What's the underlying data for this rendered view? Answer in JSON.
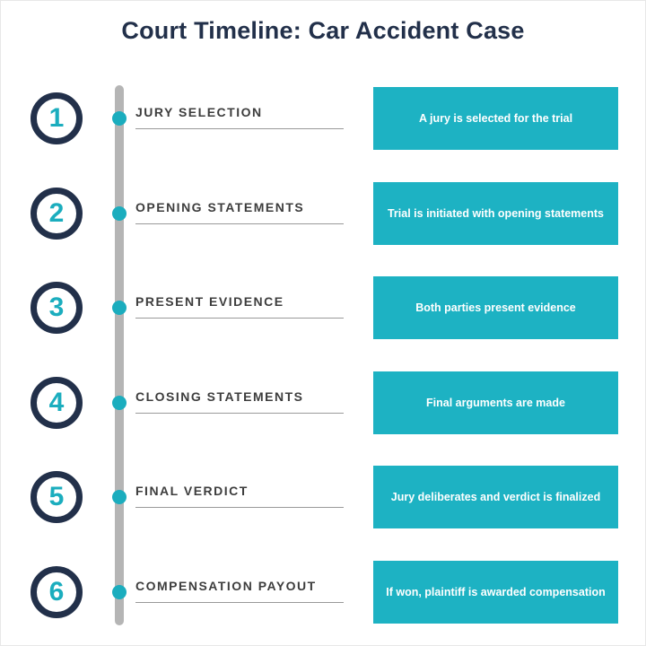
{
  "title": "Court Timeline: Car Accident Case",
  "colors": {
    "accent_teal": "#1db2c3",
    "navy": "#22304a",
    "line_gray": "#b5b5b5"
  },
  "steps": [
    {
      "number": "1",
      "label": "JURY SELECTION",
      "description": "A jury is selected for the trial"
    },
    {
      "number": "2",
      "label": "OPENING STATEMENTS",
      "description": "Trial is initiated with opening statements"
    },
    {
      "number": "3",
      "label": "PRESENT EVIDENCE",
      "description": "Both parties present evidence"
    },
    {
      "number": "4",
      "label": "CLOSING STATEMENTS",
      "description": "Final arguments are made"
    },
    {
      "number": "5",
      "label": "FINAL VERDICT",
      "description": "Jury deliberates and verdict is finalized"
    },
    {
      "number": "6",
      "label": "COMPENSATION PAYOUT",
      "description": "If won, plaintiff is awarded compensation"
    }
  ]
}
